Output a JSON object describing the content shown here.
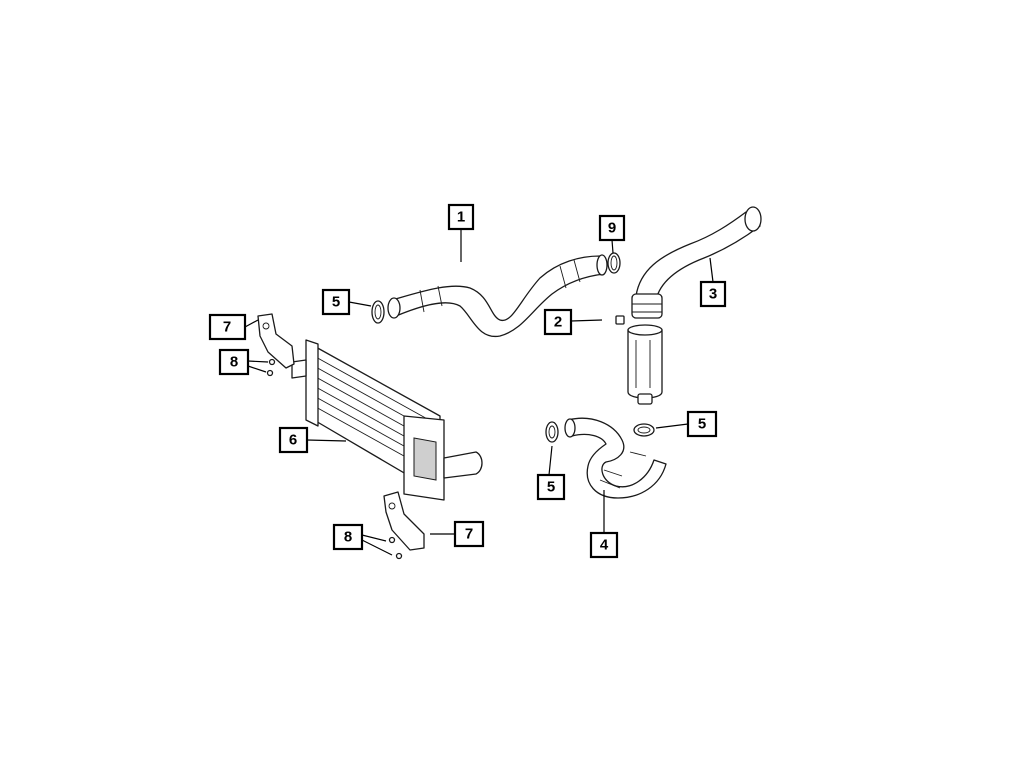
{
  "callouts": {
    "c1": "1",
    "c2": "2",
    "c3": "3",
    "c4": "4",
    "c5a": "5",
    "c5b": "5",
    "c5c": "5",
    "c6": "6",
    "c7a": "7",
    "c7b": "7",
    "c8a": "8",
    "c8b": "8",
    "c9": "9"
  },
  "colors": {
    "line": "#1a1a1a",
    "background": "#ffffff",
    "shade": "#cfcfcf"
  }
}
